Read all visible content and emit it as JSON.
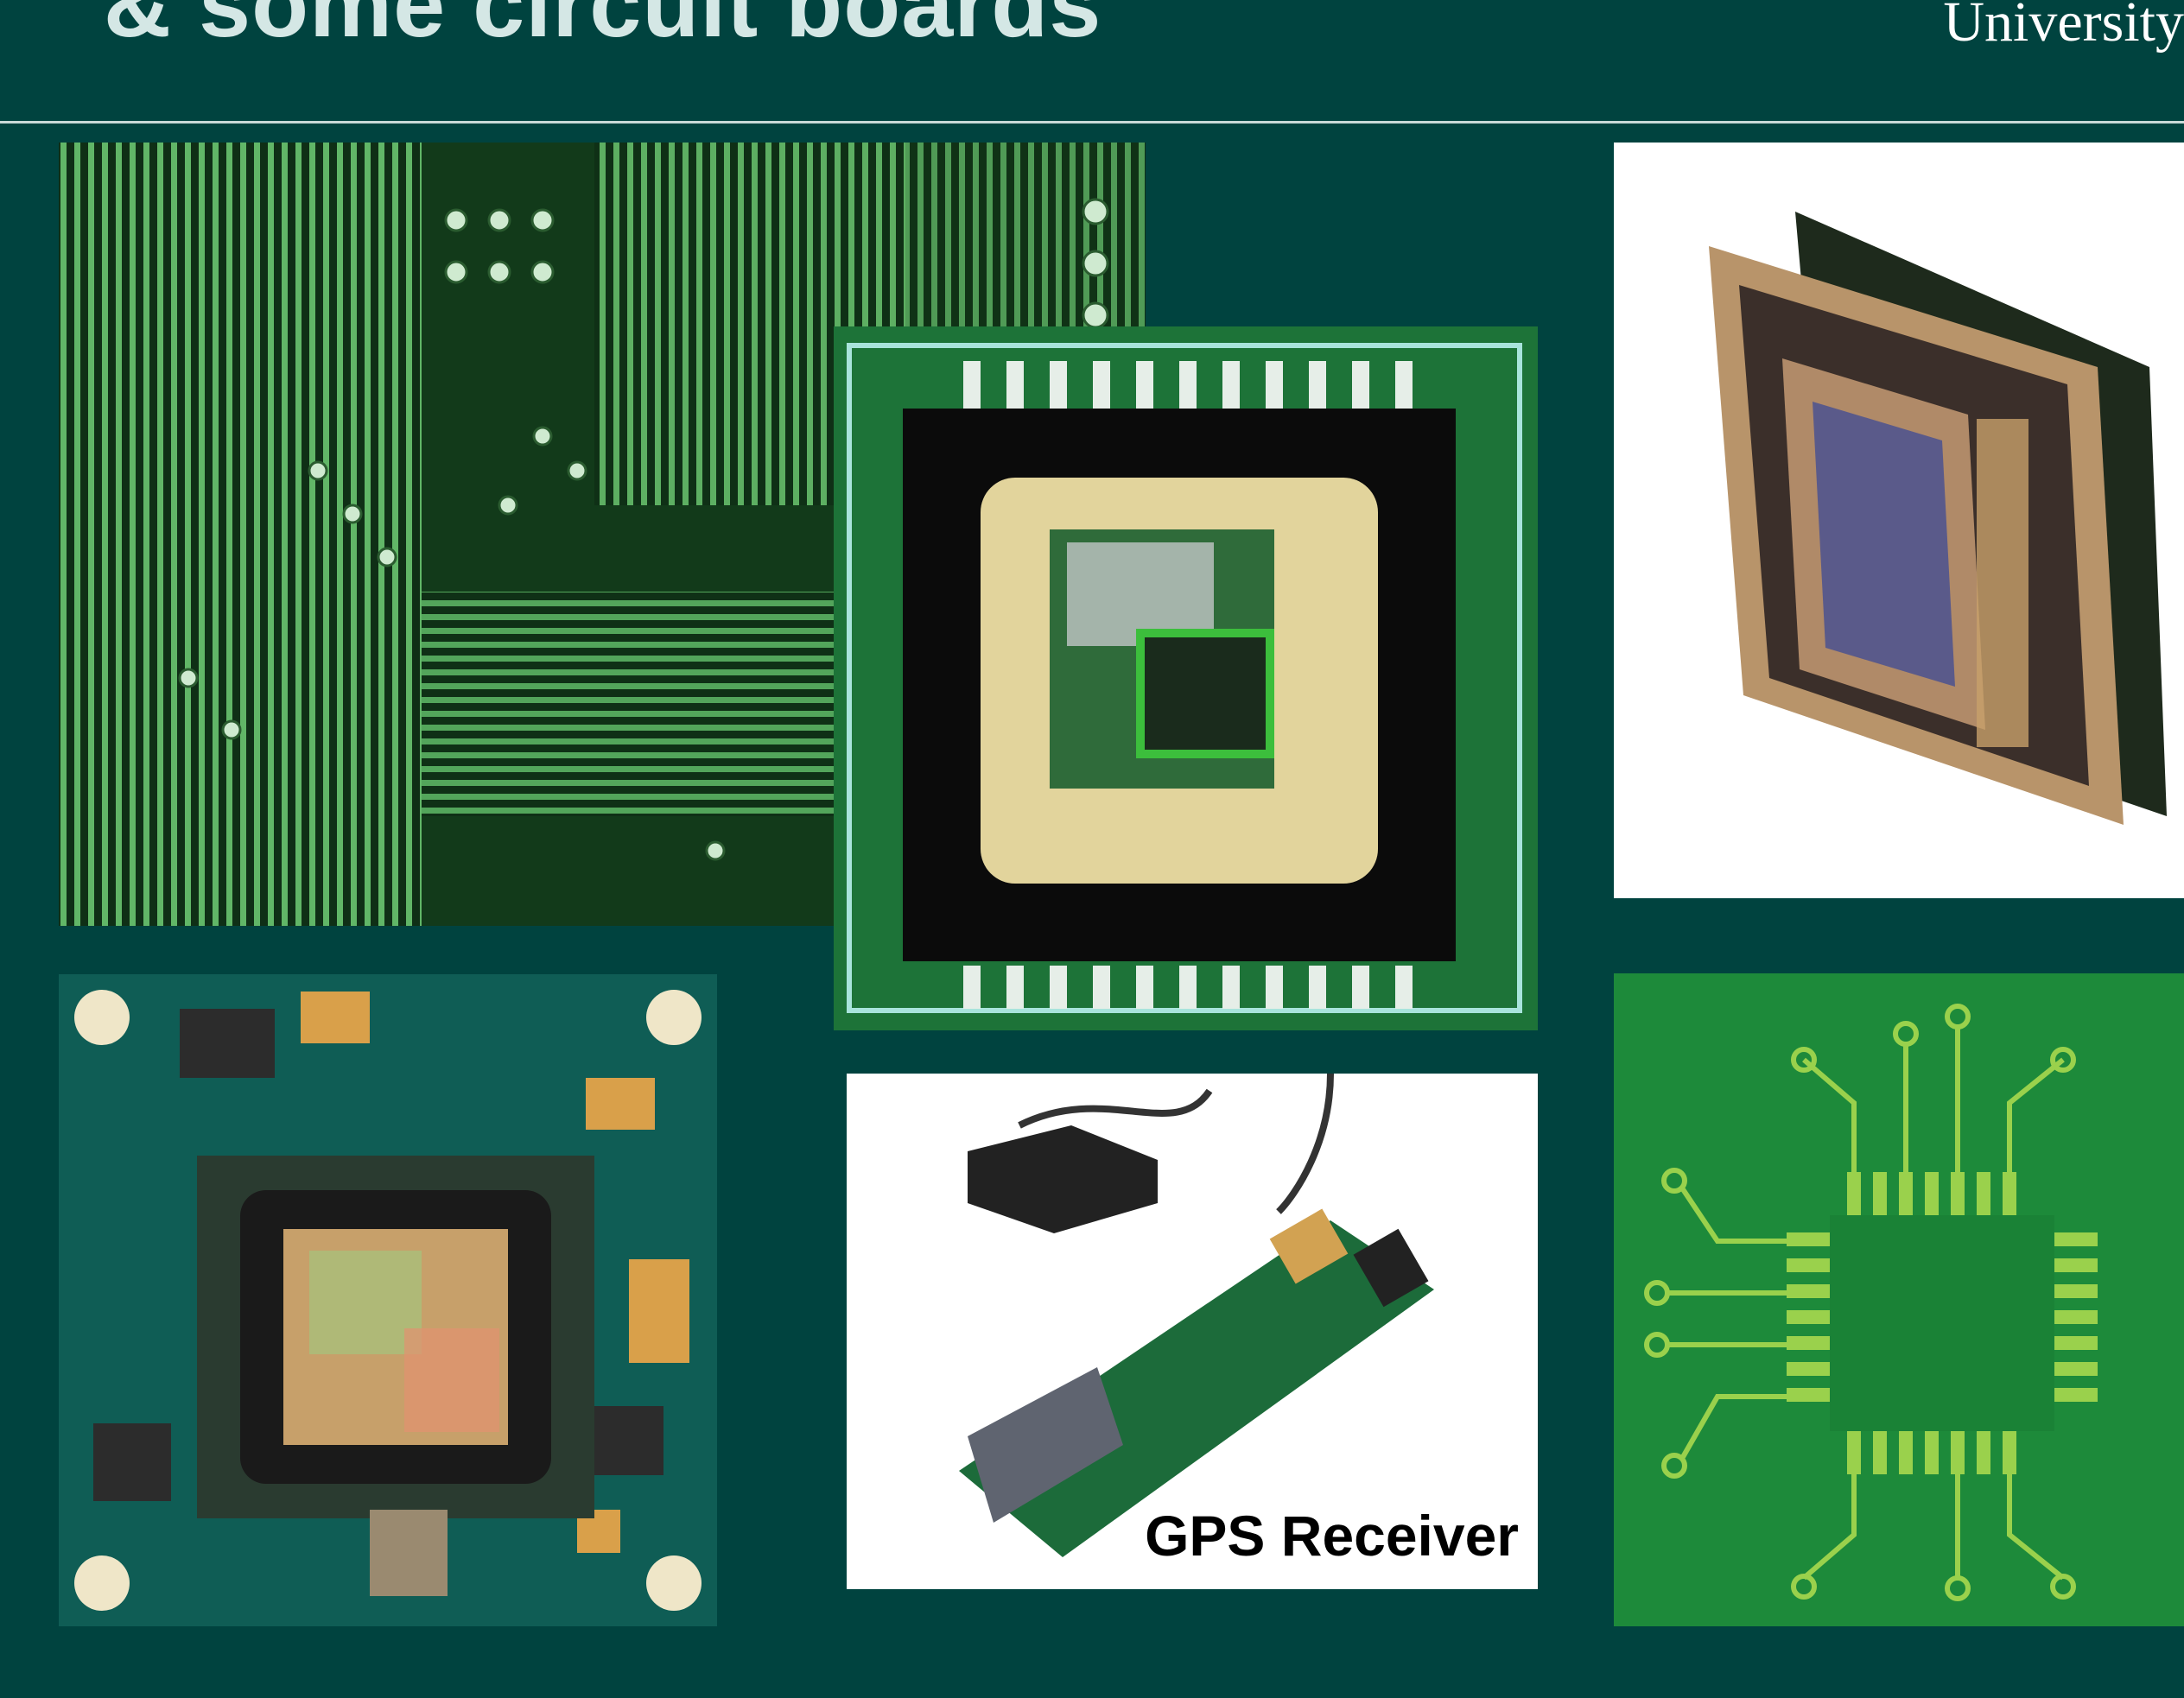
{
  "header": {
    "title": "& some circuit boards",
    "institution": "University"
  },
  "photos": {
    "gps_receiver": {
      "caption": "GPS Receiver"
    }
  }
}
